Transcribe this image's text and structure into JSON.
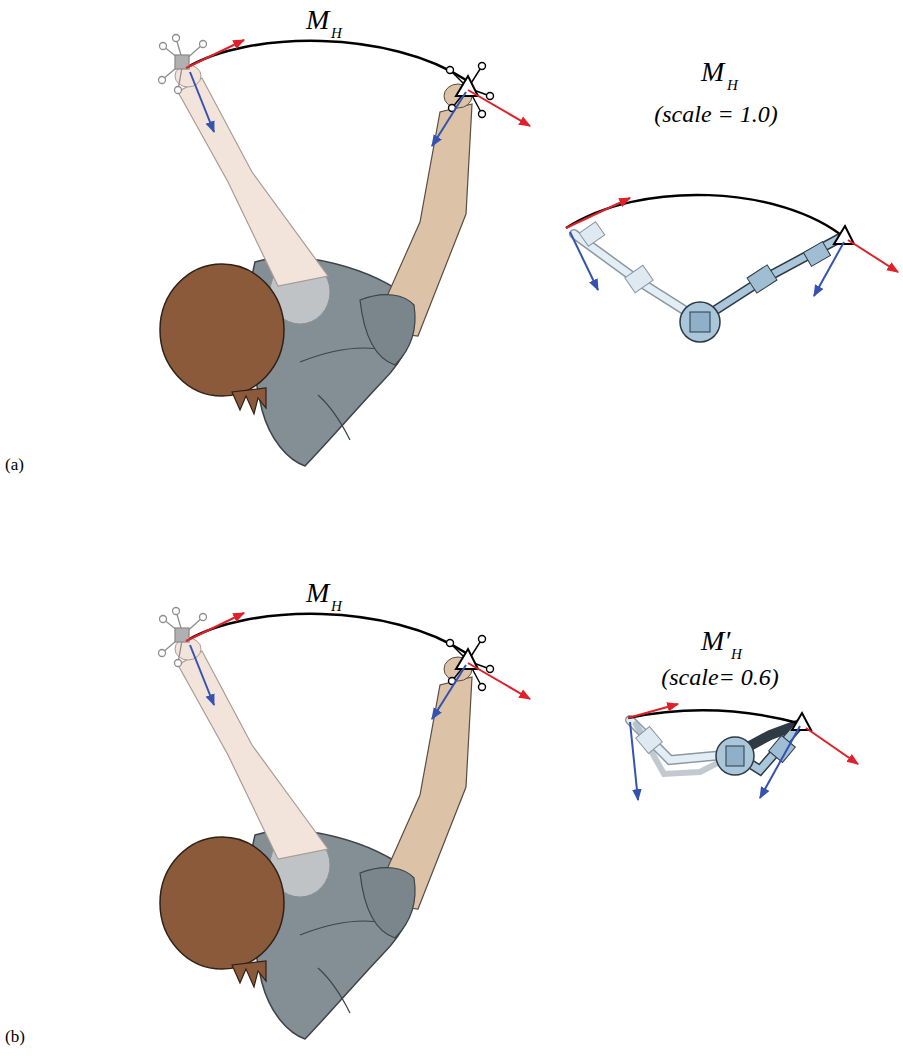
{
  "diagram": {
    "labels": [
      "M",
      "H",
      "M",
      "H",
      "(scale = 1.0)",
      "(a)",
      "M",
      "H",
      "M′",
      "H",
      "(scale= 0.6)",
      "(b)"
    ]
  }
}
